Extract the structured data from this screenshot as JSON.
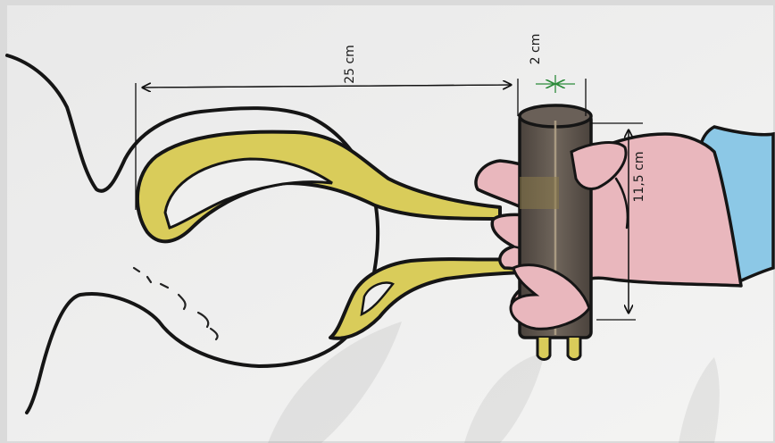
{
  "drawing": {
    "dimension_length": "25 cm",
    "dimension_diameter": "2 cm",
    "dimension_height": "11,5 cm"
  },
  "colors": {
    "background": "#dadada",
    "paper": "#efefee",
    "outline": "#151515",
    "strap_yellow": "#d9cc5a",
    "hand_pink": "#e9b7bd",
    "sleeve_blue": "#8cc8e6",
    "handle_brown": "#5b5149",
    "dimension_green": "#2c8a3a"
  }
}
